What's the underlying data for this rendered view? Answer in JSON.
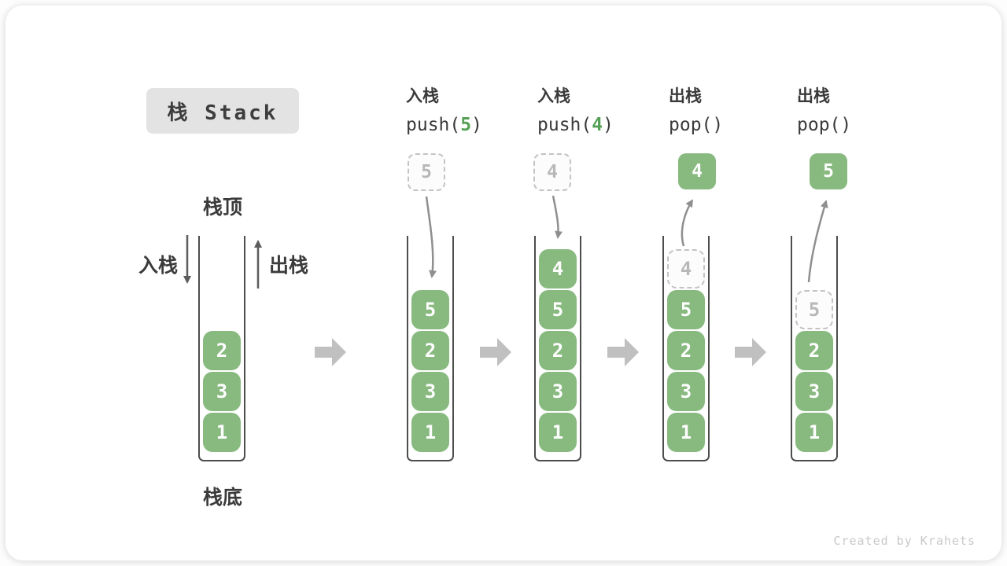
{
  "title": "栈 Stack",
  "watermark": "Created by Krahets",
  "side_labels": {
    "stack_top": "栈顶",
    "stack_bottom": "栈底",
    "push": "入栈",
    "pop": "出栈"
  },
  "colors": {
    "item_green": "#88ba80",
    "code_arg_green": "#55a055",
    "ghost_gray": "#c3c3c3",
    "wall_gray": "#4d4d4d",
    "flow_arrow_gray": "#c0c0c0",
    "motion_arrow_gray": "#8f8f8f",
    "title_bg": "#e3e3e3",
    "text_dark": "#3a3a3a"
  },
  "columns": [
    {
      "name": "initial",
      "stack": [
        {
          "value": "2",
          "variant": "solid"
        },
        {
          "value": "3",
          "variant": "solid"
        },
        {
          "value": "1",
          "variant": "solid"
        }
      ]
    },
    {
      "name": "push-5",
      "label": "入栈",
      "code": {
        "pre": "push(",
        "arg": "5",
        "post": ")"
      },
      "floating": {
        "value": "5",
        "variant": "dashed"
      },
      "stack": [
        {
          "value": "5",
          "variant": "solid"
        },
        {
          "value": "2",
          "variant": "solid"
        },
        {
          "value": "3",
          "variant": "solid"
        },
        {
          "value": "1",
          "variant": "solid"
        }
      ]
    },
    {
      "name": "push-4",
      "label": "入栈",
      "code": {
        "pre": "push(",
        "arg": "4",
        "post": ")"
      },
      "floating": {
        "value": "4",
        "variant": "dashed"
      },
      "stack": [
        {
          "value": "4",
          "variant": "solid"
        },
        {
          "value": "5",
          "variant": "solid"
        },
        {
          "value": "2",
          "variant": "solid"
        },
        {
          "value": "3",
          "variant": "solid"
        },
        {
          "value": "1",
          "variant": "solid"
        }
      ]
    },
    {
      "name": "pop-4",
      "label": "出栈",
      "code": {
        "pre": "pop(",
        "arg": "",
        "post": ")"
      },
      "floating": {
        "value": "4",
        "variant": "solid"
      },
      "stack": [
        {
          "value": "4",
          "variant": "dashed"
        },
        {
          "value": "5",
          "variant": "solid"
        },
        {
          "value": "2",
          "variant": "solid"
        },
        {
          "value": "3",
          "variant": "solid"
        },
        {
          "value": "1",
          "variant": "solid"
        }
      ]
    },
    {
      "name": "pop-5",
      "label": "出栈",
      "code": {
        "pre": "pop(",
        "arg": "",
        "post": ")"
      },
      "floating": {
        "value": "5",
        "variant": "solid"
      },
      "stack": [
        {
          "value": "5",
          "variant": "dashed"
        },
        {
          "value": "2",
          "variant": "solid"
        },
        {
          "value": "3",
          "variant": "solid"
        },
        {
          "value": "1",
          "variant": "solid"
        }
      ]
    }
  ]
}
